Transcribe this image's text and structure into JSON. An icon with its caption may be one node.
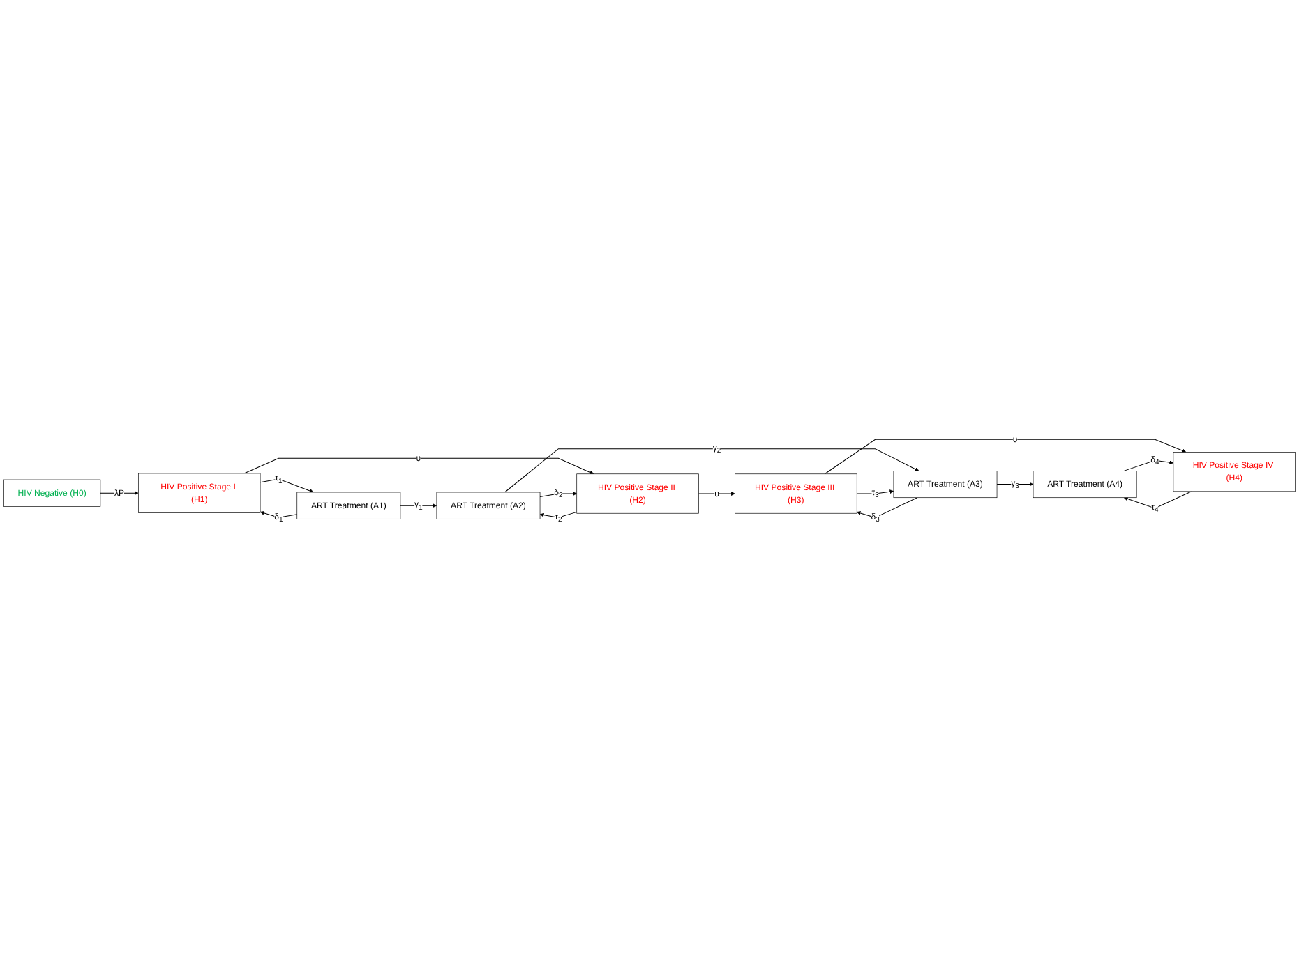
{
  "diagram": {
    "nodes": [
      {
        "text": [
          "HIV Negative (H0)"
        ]
      },
      {
        "text": [
          "HIV Positive Stage I (H1)"
        ]
      },
      {
        "text": [
          "ART Treatment (A1)"
        ]
      },
      {
        "text": [
          "HIV Positive Stage II (H2)"
        ]
      },
      {
        "text": [
          "ART Treatment (A2)"
        ]
      },
      {
        "text": [
          "HIV Positive Stage III (H3)"
        ]
      },
      {
        "text": [
          "ART Treatment (A3)"
        ]
      },
      {
        "text": [
          "HIV Positive Stage IV (H4)"
        ]
      },
      {
        "text": [
          "ART Treatment (A4)"
        ]
      }
    ],
    "edges": [
      {
        "from": 0,
        "to": 1,
        "arrow": "to",
        "label": "λP"
      },
      {
        "from": 1,
        "to": 2,
        "arrow": "to",
        "label": "τ$_{1}$"
      },
      {
        "from": 2,
        "to": 1,
        "arrow": "to",
        "label": "δ$_{1}$"
      },
      {
        "from": 1,
        "to": 3,
        "arrow": "to",
        "label": "υ"
      },
      {
        "from": 2,
        "to": 4,
        "arrow": "to",
        "label": "γ$_{1}$"
      },
      {
        "from": 3,
        "to": 4,
        "arrow": "to",
        "label": "τ$_{2}$"
      },
      {
        "from": 4,
        "to": 3,
        "arrow": "to",
        "label": "δ$_{2}$"
      },
      {
        "from": 3,
        "to": 5,
        "arrow": "to",
        "label": "υ"
      },
      {
        "from": 4,
        "to": 6,
        "arrow": "to",
        "label": "γ$_{2}$"
      },
      {
        "from": 5,
        "to": 6,
        "arrow": "to",
        "label": "τ$_{3}$"
      },
      {
        "from": 6,
        "to": 5,
        "arrow": "to",
        "label": "δ$_{3}$"
      },
      {
        "from": 5,
        "to": 7,
        "arrow": "to",
        "label": "υ"
      },
      {
        "from": 6,
        "to": 8,
        "arrow": "to",
        "label": "γ$_{3}$"
      },
      {
        "from": 7,
        "to": 8,
        "arrow": "to",
        "label": "τ$_{4}$"
      },
      {
        "from": 8,
        "to": 7,
        "arrow": "to",
        "label": "δ$_{4}$"
      }
    ]
  }
}
